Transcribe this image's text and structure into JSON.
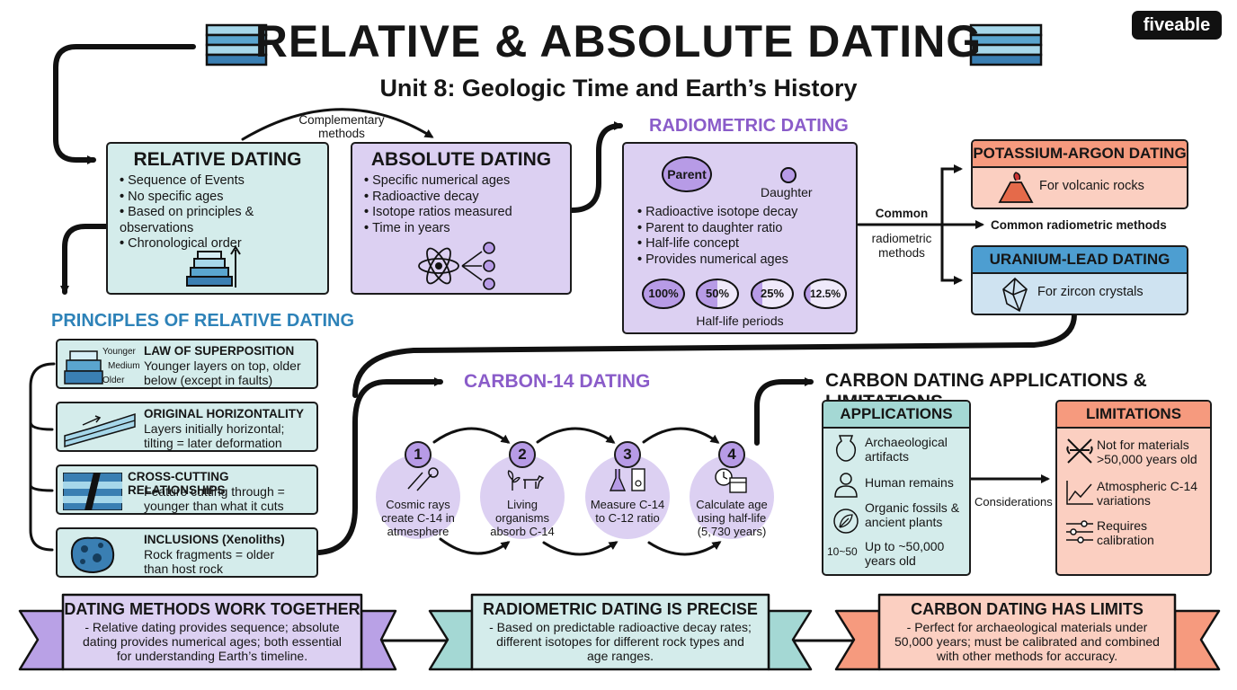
{
  "header": {
    "title": "RELATIVE & ABSOLUTE DATING",
    "subtitle": "Unit 8: Geologic Time and Earth’s History",
    "logo": "fiveable"
  },
  "relative_dating": {
    "title": "RELATIVE DATING",
    "items": [
      "Sequence of Events",
      "No specific ages",
      "Based on principles & observations",
      "Chronological order"
    ]
  },
  "connector_label": "Complementary methods",
  "absolute_dating": {
    "title": "ABSOLUTE DATING",
    "items": [
      "Specific numerical ages",
      "Radioactive decay",
      "Isotope ratios measured",
      "Time in years"
    ]
  },
  "radiometric": {
    "heading": "RADIOMETRIC DATING",
    "parent": "Parent",
    "daughter": "Daughter",
    "items": [
      "Radioactive isotope decay",
      "Parent to daughter ratio",
      "Half-life concept",
      "Provides numerical ages"
    ],
    "halflives": [
      "100%",
      "50%",
      "25%",
      "12.5%"
    ],
    "halflife_label": "Half-life periods"
  },
  "common_methods": {
    "label_left_1": "Common",
    "label_left_2": "radiometric",
    "label_left_3": "methods",
    "label_right": "Common radiometric methods"
  },
  "k_ar": {
    "title": "POTASSIUM-ARGON DATING",
    "text": "For volcanic rocks"
  },
  "u_pb": {
    "title": "URANIUM-LEAD DATING",
    "text": "For zircon crystals"
  },
  "principles": {
    "heading": "PRINCIPLES OF RELATIVE DATING",
    "superposition": {
      "title": "LAW OF SUPERPOSITION",
      "desc1": "Younger layers on top, older",
      "desc2": "below (except in faults)",
      "younger": "Younger",
      "medium": "Medium",
      "older": "Older"
    },
    "horizontality": {
      "title": "ORIGINAL HORIZONTALITY",
      "desc1": "Layers initially horizontal;",
      "desc2": "tilting = later deformation"
    },
    "crosscutting": {
      "title": "CROSS-CUTTING RELATIONSHIPS",
      "desc1": "Feature cutting through =",
      "desc2": "younger than what it cuts"
    },
    "inclusions": {
      "title": "INCLUSIONS (Xenoliths)",
      "desc1": "Rock fragments = older",
      "desc2": "than host rock"
    }
  },
  "carbon14": {
    "heading": "CARBON-14 DATING",
    "steps": [
      {
        "n": "1",
        "l1": "Cosmic rays",
        "l2": "create C-14 in",
        "l3": "atmesphere"
      },
      {
        "n": "2",
        "l1": "Living",
        "l2": "organisms",
        "l3": "absorb C-14"
      },
      {
        "n": "3",
        "l1": "Measure C-14",
        "l2": "to C-12 ratio",
        "l3": ""
      },
      {
        "n": "4",
        "l1": "Calculate age",
        "l2": "using half-life",
        "l3": "(5,730 years)"
      }
    ]
  },
  "applications": {
    "heading": "CARBON DATING APPLICATIONS & LIMITATIONS",
    "title": "APPLICATIONS",
    "items": [
      {
        "l1": "Archaeological",
        "l2": "artifacts"
      },
      {
        "l1": "Human remains",
        "l2": ""
      },
      {
        "l1": "Organic fossils &",
        "l2": "ancient plants"
      },
      {
        "l1": "Up to ~50,000",
        "l2": "years old"
      }
    ],
    "range_icon": "10~50",
    "considerations": "Considerations"
  },
  "limitations": {
    "title": "LIMITATIONS",
    "items": [
      {
        "l1": "Not for materials",
        "l2": ">50,000 years old"
      },
      {
        "l1": "Atmospheric C-14",
        "l2": "variations"
      },
      {
        "l1": "Requires",
        "l2": "calibration"
      }
    ]
  },
  "banners": [
    {
      "title": "DATING METHODS WORK TOGETHER",
      "l1": "- Relative dating provides sequence; absolute",
      "l2": "dating provides numerical ages; both essential",
      "l3": "for understanding Earth’s timeline."
    },
    {
      "title": "RADIOMETRIC DATING IS PRECISE",
      "l1": "- Based on predictable radioactive decay rates;",
      "l2": "different isotopes for different rock types and",
      "l3": "age ranges."
    },
    {
      "title": "CARBON DATING HAS LIMITS",
      "l1": "- Perfect for archaeological materials under",
      "l2": "50,000 years; must be calibrated and combined",
      "l3": "with other methods for accuracy."
    }
  ],
  "colors": {
    "teal": "#d4eceb",
    "purple": "#dcd0f2",
    "coral": "#fbcfc1",
    "blue_heading": "#2d82b8",
    "purple_heading": "#8a5cc9"
  }
}
